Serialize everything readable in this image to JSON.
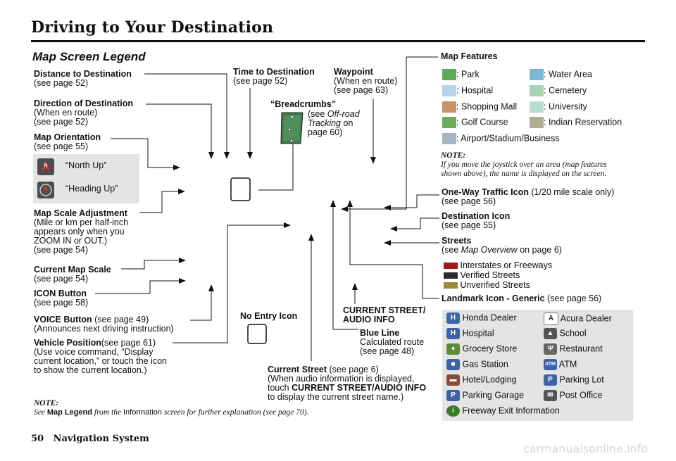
{
  "header": {
    "title": "Driving to Your Destination",
    "subtitle": "Map Screen Legend"
  },
  "left_labels": {
    "distance": {
      "title": "Distance to Destination",
      "lines": [
        "(see page 52)"
      ]
    },
    "direction": {
      "title": "Direction of Destination",
      "lines": [
        "(When en route)",
        "(see page 52)"
      ]
    },
    "orientation": {
      "title": "Map Orientation",
      "lines": [
        "(see page 55)"
      ]
    },
    "north_up": "“North Up”",
    "heading_up": "“Heading Up”",
    "scale_adj": {
      "title": "Map Scale Adjustment",
      "lines": [
        "(Mile or km per half-inch",
        "appears only when you",
        "ZOOM IN or OUT.)",
        "(see page 54)"
      ]
    },
    "current_scale": {
      "title": "Current Map Scale",
      "lines": [
        "(see page 54)"
      ]
    },
    "icon_button": {
      "title": "ICON Button",
      "lines": [
        "(see page 58)"
      ]
    },
    "voice_button": {
      "title": "VOICE Button",
      "title_suffix": " (see page 49)",
      "lines": [
        "(Announces next driving instruction)"
      ]
    },
    "vehicle_position": {
      "title": "Vehicle Position",
      "title_suffix": "(see page 61)",
      "lines": [
        "(Use voice command, “Display",
        "current location,” or touch the icon",
        "to show the current location.)"
      ]
    }
  },
  "center_labels": {
    "time": {
      "title": "Time to Destination",
      "lines": [
        "(see page 52)"
      ]
    },
    "waypoint": {
      "title": "Waypoint",
      "lines": [
        "(When en route)",
        "(see page 63)"
      ]
    },
    "breadcrumbs": {
      "title": "“Breadcrumbs”",
      "l1a": "(see ",
      "l1b": "Off-road",
      "l2a": "Tracking",
      "l2b": " on",
      "l3": "page 60)"
    },
    "no_entry": "No Entry Icon",
    "current_street_btn": {
      "l1": "CURRENT STREET/",
      "l2": "AUDIO INFO"
    },
    "blue_line": {
      "title": "Blue Line",
      "lines": [
        "Calculated route",
        "(see page 48)"
      ]
    },
    "current_street": {
      "title": "Current Street",
      "title_suffix": " (see page 6)",
      "l2": "(When audio information is displayed,",
      "l3a": "touch ",
      "l3b": "CURRENT STREET/AUDIO INFO",
      "l4": "to display the current street name.)"
    }
  },
  "map_features": {
    "title": "Map Features",
    "items": [
      {
        "label": ": Park",
        "color": "#5fa85a"
      },
      {
        "label": ": Water Area",
        "color": "#7cb8d6"
      },
      {
        "label": ": Hospital",
        "color": "#b8d4ea"
      },
      {
        "label": ": Cemetery",
        "color": "#a9d4b4"
      },
      {
        "label": ": Shopping Mall",
        "color": "#c8926a"
      },
      {
        "label": ": University",
        "color": "#b8dcd0"
      },
      {
        "label": ": Golf Course",
        "color": "#6aab5c"
      },
      {
        "label": ": Indian Reservation",
        "color": "#b5ad8f"
      },
      {
        "label": ": Airport/Stadium/Business",
        "color": "#a7b4c4"
      }
    ]
  },
  "note1": {
    "head": "NOTE:",
    "l1": "If you move the joystick over an area (map features",
    "l2": "shown above), the name is displayed on the screen."
  },
  "right_labels": {
    "one_way": {
      "title": "One-Way Traffic Icon",
      "title_suffix": " (1/20 mile scale only)",
      "lines": [
        "(see page 56)"
      ]
    },
    "destination": {
      "title": "Destination Icon",
      "lines": [
        "(see page 55)"
      ]
    },
    "streets": {
      "title": "Streets",
      "l2a": "(see ",
      "l2b": "Map Overview",
      "l2c": " on page 6)"
    },
    "landmark": {
      "title": "Landmark Icon - Generic",
      "title_suffix": " (see page 56)"
    }
  },
  "street_legend": [
    {
      "label": "Interstates or Freeways",
      "color": "#9b1c1c"
    },
    {
      "label": "Verified Streets",
      "color": "#2b2b2b"
    },
    {
      "label": "Unverified Streets",
      "color": "#9a8a3a"
    }
  ],
  "poi": [
    {
      "label": "Honda Dealer",
      "icon": "honda-dealer-icon",
      "glyph": "H",
      "color": "#3f63a8"
    },
    {
      "label": "Acura Dealer",
      "icon": "acura-dealer-icon",
      "glyph": "A",
      "color": "#d8d8d8"
    },
    {
      "label": "Hospital",
      "icon": "hospital-icon",
      "glyph": "H",
      "color": "#3f63a8"
    },
    {
      "label": "School",
      "icon": "school-icon",
      "glyph": "▲",
      "color": "#555555"
    },
    {
      "label": "Grocery Store",
      "icon": "grocery-store-icon",
      "glyph": "🛒",
      "color": "#5c8a3a"
    },
    {
      "label": "Restaurant",
      "icon": "restaurant-icon",
      "glyph": "Ψ",
      "color": "#666666"
    },
    {
      "label": "Gas Station",
      "icon": "gas-station-icon",
      "glyph": "⛽",
      "color": "#3f63a8"
    },
    {
      "label": "ATM",
      "icon": "atm-icon",
      "glyph": "ATM",
      "color": "#3f63a8"
    },
    {
      "label": "Hotel/Lodging",
      "icon": "hotel-icon",
      "glyph": "▬",
      "color": "#8a4a3a"
    },
    {
      "label": "Parking Lot",
      "icon": "parking-lot-icon",
      "glyph": "P",
      "color": "#3f63a8"
    },
    {
      "label": "Parking Garage",
      "icon": "parking-garage-icon",
      "glyph": "P",
      "color": "#3f63a8"
    },
    {
      "label": "Post Office",
      "icon": "post-office-icon",
      "glyph": "✉",
      "color": "#555555"
    },
    {
      "label": "Freeway Exit Information",
      "icon": "freeway-exit-icon",
      "glyph": "i",
      "color": "#3a7a2a"
    }
  ],
  "note2": {
    "head": "NOTE:",
    "a": "See ",
    "b": "Map Legend",
    "c": " from the ",
    "d": "Information",
    "e": " screen for further explanation (see page 70)."
  },
  "footer": {
    "page": "50",
    "section": "Navigation System"
  },
  "watermark": "carmanualsonline.info"
}
